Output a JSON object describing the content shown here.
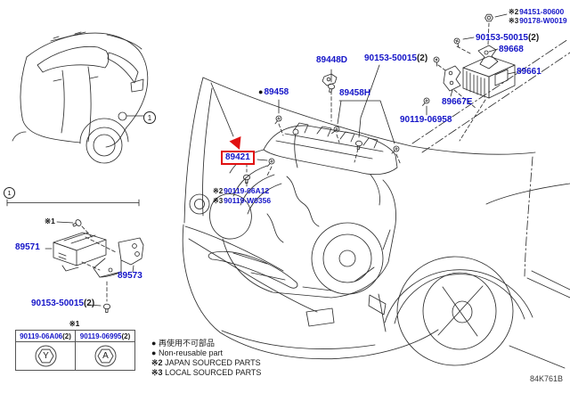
{
  "colors": {
    "part_link": "#1414c8",
    "highlight_red": "#e01010",
    "line_ink": "#2e2e2e"
  },
  "footer": {
    "drawing_code": "84K761B"
  },
  "callouts": {
    "one": "1",
    "ref1": "※1"
  },
  "legend": {
    "bullet": "●",
    "jp": "再使用不可部品",
    "en": "Non-reusable part",
    "ref2": "※2",
    "ref2_text": "JAPAN SOURCED PARTS",
    "ref3": "※3",
    "ref3_text": "LOCAL SOURCED PARTS"
  },
  "fastener_table": {
    "ref": "※1",
    "columns": [
      {
        "part": "90119-06A06",
        "qty": "(2)",
        "head_mark": "Y"
      },
      {
        "part": "90119-06995",
        "qty": "(2)",
        "head_mark": "A"
      }
    ]
  },
  "parts": {
    "p94151": {
      "ref": "※2",
      "num": "94151-80600"
    },
    "p90178": {
      "ref": "※3",
      "num": "90178-W0019"
    },
    "p90153_tr": {
      "num": "90153-50015",
      "qty": "(2)"
    },
    "p89668": {
      "num": "89668"
    },
    "p89661": {
      "num": "89661"
    },
    "p89667e": {
      "num": "89667E"
    },
    "p90119_06958": {
      "num": "90119-06958"
    },
    "p89448d": {
      "num": "89448D"
    },
    "p90153_mid": {
      "num": "90153-50015",
      "qty": "(2)"
    },
    "p89458": {
      "bullet": "●",
      "num": "89458"
    },
    "p89458h": {
      "num": "89458H"
    },
    "p89421": {
      "num": "89421"
    },
    "p90119_06a12": {
      "ref": "※2",
      "num": "90119-06A12"
    },
    "p90119_w0356": {
      "ref": "※3",
      "num": "90119-W0356"
    },
    "p89571": {
      "num": "89571"
    },
    "p89573": {
      "num": "89573"
    },
    "p90153_bl": {
      "num": "90153-50015",
      "qty": "(2)"
    }
  }
}
